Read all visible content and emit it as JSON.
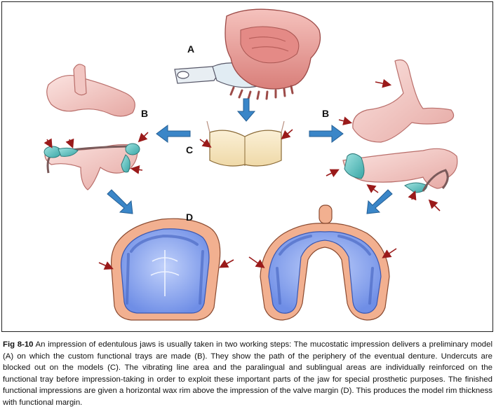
{
  "labels": {
    "a": "A",
    "b_left": "B",
    "b_right": "B",
    "c": "C",
    "d": "D"
  },
  "caption": {
    "figure_number": "Fig 8-10",
    "text": "An impression of edentulous jaws is usually taken in two working steps: The mucostatic impression delivers a preliminary model (A) on which the custom functional trays are made (B). They show the path of the periphery of the eventual denture. Undercuts are blocked out on the models (C). The vibrating line area and the paralingual and sublingual areas are individually reinforced on the functional tray before impression-taking in order to exploit these important parts of the jaw for special prosthetic purposes. The finished functional impressions are given a horizontal wax rim above the impression of the valve margin (D). This produces the model rim thickness with functional margin."
  },
  "colors": {
    "gum": "#eba09c",
    "gum_dark": "#c9706c",
    "tray": "#f3c4c0",
    "model_base": "#f5e3bf",
    "blue_arrow": "#3a86c8",
    "red_arrow": "#9a1a1a",
    "impression": "#8ea9ee",
    "wax_rim": "#f2b090",
    "green": "#5fbfbf"
  }
}
